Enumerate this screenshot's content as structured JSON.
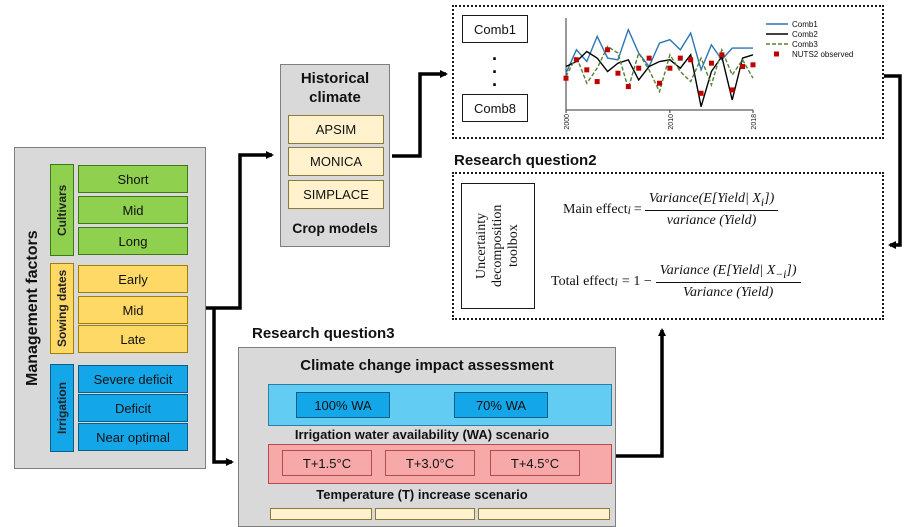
{
  "management": {
    "title": "Management factors",
    "cultivars": {
      "label": "Cultivars",
      "items": [
        "Short",
        "Mid",
        "Long"
      ]
    },
    "sowing": {
      "label": "Sowing dates",
      "items": [
        "Early",
        "Mid",
        "Late"
      ]
    },
    "irrigation": {
      "label": "Irrigation",
      "items": [
        "Severe deficit",
        "Deficit",
        "Near optimal"
      ]
    }
  },
  "historical": {
    "title": "Historical climate",
    "models": [
      "APSIM",
      "MONICA",
      "SIMPLACE"
    ],
    "footer": "Crop models"
  },
  "rq1": {
    "comb_top": "Comb1",
    "comb_bottom": "Comb8",
    "dots": "·"
  },
  "chart_data": {
    "type": "line",
    "x": [
      2000,
      2001,
      2002,
      2003,
      2004,
      2005,
      2006,
      2007,
      2008,
      2009,
      2010,
      2011,
      2012,
      2013,
      2014,
      2015,
      2016,
      2017,
      2018
    ],
    "x_tick_labels": [
      "2000",
      "2010",
      "2018"
    ],
    "series": [
      {
        "name": "Comb1",
        "values": [
          5.2,
          6.6,
          5.9,
          7.4,
          6.1,
          6.0,
          7.8,
          6.4,
          5.6,
          7.0,
          7.2,
          6.6,
          7.6,
          5.4,
          6.9,
          6.0,
          6.7,
          6.7,
          6.7
        ]
      },
      {
        "name": "Comb2",
        "values": [
          5.6,
          5.9,
          6.5,
          6.1,
          5.3,
          5.8,
          6.0,
          4.8,
          5.6,
          5.9,
          6.0,
          5.5,
          6.3,
          3.2,
          5.3,
          6.2,
          3.6,
          6.1,
          6.3
        ]
      },
      {
        "name": "Comb3",
        "values": [
          5.0,
          6.2,
          4.6,
          5.5,
          6.8,
          6.4,
          4.3,
          6.4,
          5.4,
          4.1,
          6.3,
          5.3,
          4.7,
          6.1,
          4.5,
          6.6,
          5.1,
          6.0,
          4.9
        ]
      },
      {
        "name": "NUTS2 observed",
        "values": [
          4.9,
          6.0,
          5.4,
          4.7,
          6.6,
          5.2,
          4.4,
          5.5,
          6.1,
          4.6,
          5.5,
          6.1,
          6.0,
          4.0,
          5.8,
          6.3,
          4.2,
          5.6,
          5.7
        ]
      }
    ],
    "ylim": [
      3,
      8.5
    ],
    "legend": "top-right",
    "colors": {
      "Comb1": "#2e75b6",
      "Comb2": "#000000",
      "Comb3": "#548235",
      "NUTS2 observed": "#c00000"
    }
  },
  "rq2": {
    "title": "Research question2",
    "toolbox": "Uncertainty decomposition toolbox",
    "main_left": "Main effect",
    "main_sub": "i",
    "main_num": "Variance(E[Yield| X",
    "main_num_sub": "i",
    "main_num_end": "])",
    "main_den": "variance (Yield)",
    "total_left": "Total effect",
    "total_sub": "i",
    "total_prefix": "= 1 −",
    "total_num": "Variance (E[Yield| X",
    "total_num_sub": "−i",
    "total_num_end": "])",
    "total_den": "Variance (Yield)",
    "equals": "="
  },
  "rq3": {
    "title": "Research question3",
    "panel_title": "Climate change impact assessment",
    "wa": [
      "100% WA",
      "70% WA"
    ],
    "wa_label": "Irrigation water availability (WA) scenario",
    "temps": [
      "T+1.5°C",
      "T+3.0°C",
      "T+4.5°C"
    ],
    "temp_label": "Temperature (T) increase scenario"
  }
}
